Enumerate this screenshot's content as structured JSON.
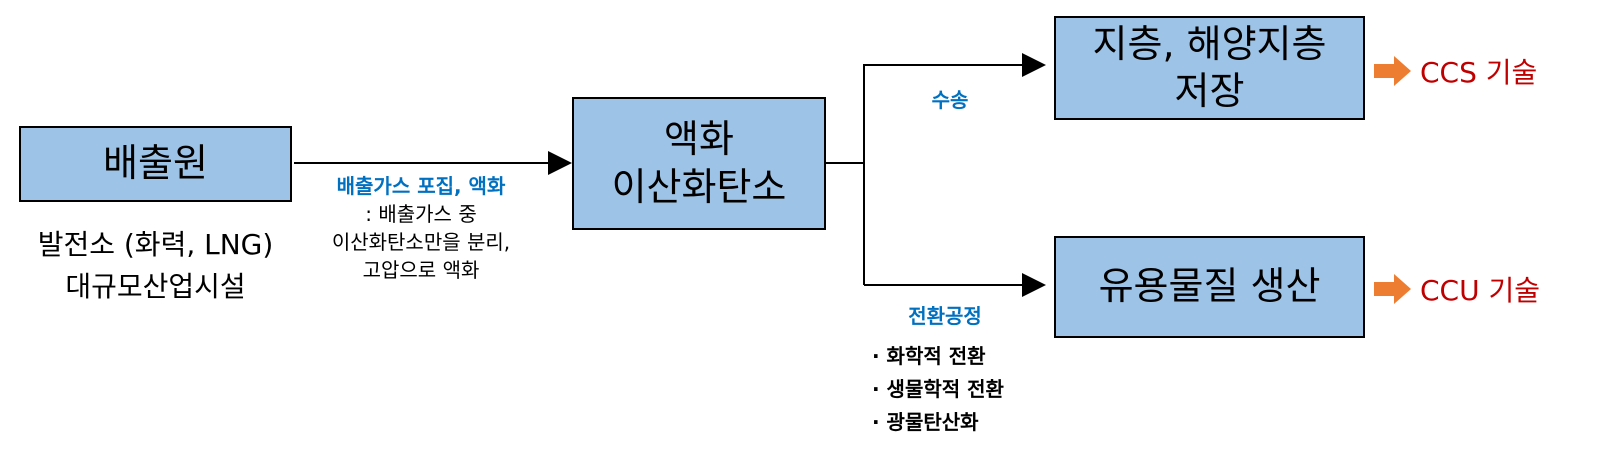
{
  "nodes": {
    "source": "배출원",
    "liquid_co2": [
      "액화",
      "이산화탄소"
    ],
    "storage": [
      "지층, 해양지층",
      "저장"
    ],
    "production": "유용물질 생산"
  },
  "source_examples": [
    "발전소 (화력, LNG)",
    "대규모산업시설"
  ],
  "capture": {
    "label": "배출가스 포집, 액화",
    "description": [
      ": 배출가스 중",
      "이산화탄소만을 분리,",
      "고압으로 액화"
    ]
  },
  "transport_label": "수송",
  "conversion": {
    "label": "전환공정",
    "items": [
      "· 화학적 전환",
      "· 생물학적 전환",
      "· 광물탄산화"
    ]
  },
  "technologies": {
    "ccs": "CCS 기술",
    "ccu": "CCU 기술"
  },
  "colors": {
    "box_fill": "#9dc3e6",
    "label_blue": "#0070c0",
    "tech_red": "#c00000",
    "indicator_orange": "#ed7d31"
  },
  "icons": {
    "indicator": "right-arrow-icon"
  }
}
